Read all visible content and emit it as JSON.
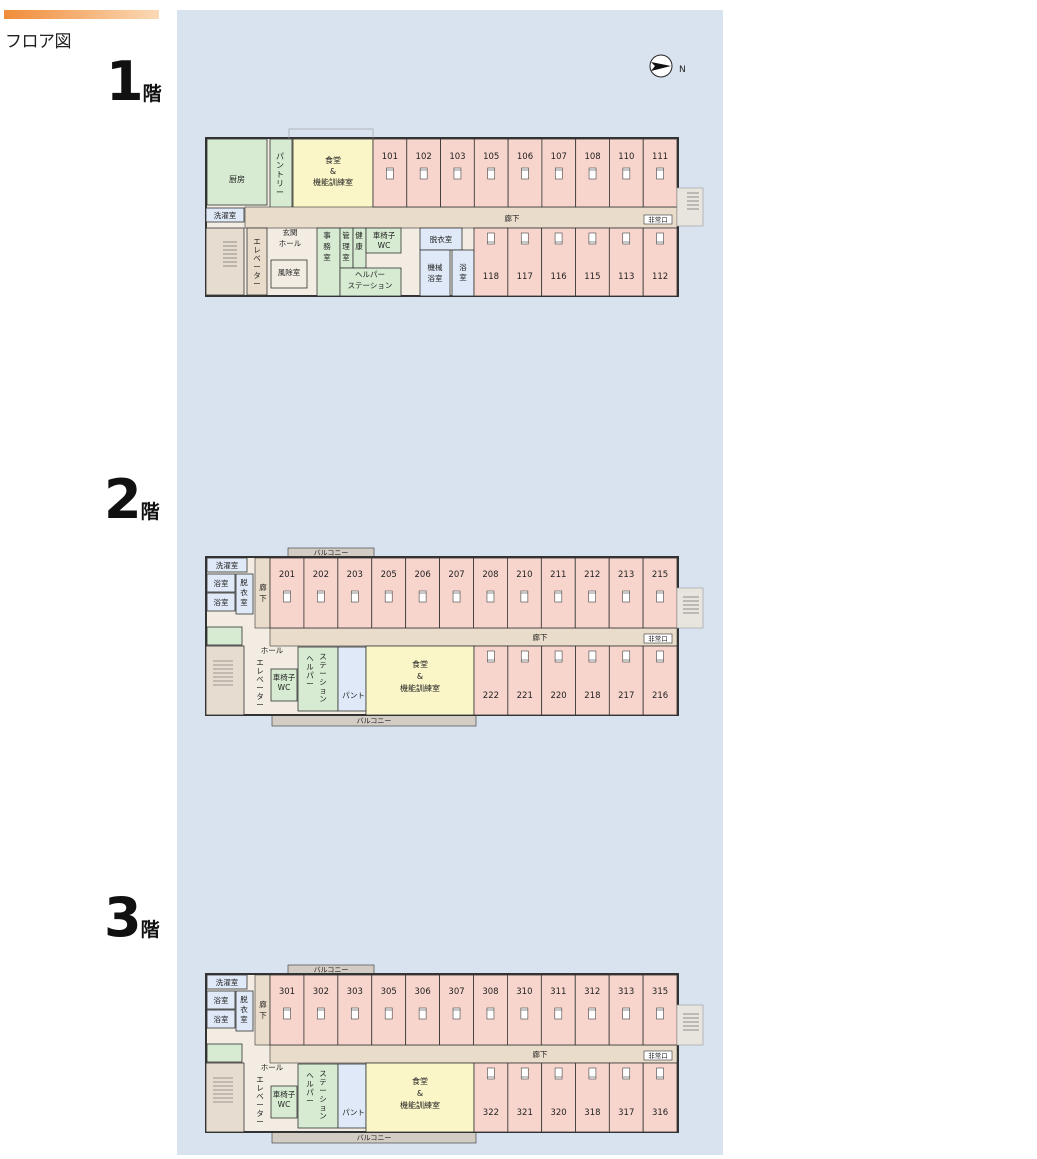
{
  "page": {
    "title": "フロア図"
  },
  "compass": {
    "label": "N"
  },
  "colors": {
    "background": "#d9e2ef",
    "accent_bar": "#f08c3a",
    "guest_room": "#f7d5cc",
    "service_room": "#d6ebd1",
    "dining": "#fbf6c8",
    "corridor": "#eadcca",
    "bath": "#dfe9f7",
    "wall": "#333333",
    "balcony": "#d3ccc4"
  },
  "floors": [
    {
      "number": "1",
      "suffix": "階",
      "corridor": "廊下",
      "emergency_exit": "非常口",
      "rooms_top": [
        "101",
        "102",
        "103",
        "105",
        "106",
        "107",
        "108",
        "110",
        "111"
      ],
      "rooms_bottom": [
        "118",
        "117",
        "116",
        "115",
        "113",
        "112"
      ],
      "areas": {
        "kitchen": "厨房",
        "pantry": "パントリー",
        "dining": [
          "食堂",
          "&",
          "機能訓練室"
        ],
        "laundry": "洗濯室",
        "entrance_hall": [
          "玄関",
          "ホール"
        ],
        "elevator": "エレベーター",
        "wind_room": "風除室",
        "office": [
          "事",
          "務",
          "室"
        ],
        "manager_room": [
          "管",
          "理",
          "室"
        ],
        "health_room": [
          "健",
          "康"
        ],
        "wheelchair_wc": [
          "車椅子",
          "WC"
        ],
        "helper_station": [
          "ヘルパー",
          "ステーション"
        ],
        "dressing_room": "脱衣室",
        "machine_bath": [
          "機械",
          "浴室"
        ],
        "bath": [
          "浴",
          "室"
        ]
      }
    },
    {
      "number": "2",
      "suffix": "階",
      "corridor": "廊下",
      "side_corridor": [
        "廊",
        "下"
      ],
      "emergency_exit": "非常口",
      "balcony_top": "バルコニー",
      "balcony_bottom": "バルコニー",
      "rooms_top": [
        "201",
        "202",
        "203",
        "205",
        "206",
        "207",
        "208",
        "210",
        "211",
        "212",
        "213",
        "215"
      ],
      "rooms_bottom": [
        "222",
        "221",
        "220",
        "218",
        "217",
        "216"
      ],
      "areas": {
        "laundry": "洗濯室",
        "bath_1": "浴室",
        "bath_2": "浴室",
        "dressing_room": [
          "脱",
          "衣",
          "室"
        ],
        "hall": "ホール",
        "elevator": "エレベーター",
        "wheelchair_wc": [
          "車椅子",
          "WC"
        ],
        "helper_station": [
          "ヘルパー",
          "ステーション"
        ],
        "pantry": "パントリー",
        "dining": [
          "食堂",
          "&",
          "機能訓練室"
        ]
      }
    },
    {
      "number": "3",
      "suffix": "階",
      "corridor": "廊下",
      "side_corridor": [
        "廊",
        "下"
      ],
      "emergency_exit": "非常口",
      "balcony_top": "バルコニー",
      "balcony_bottom": "バルコニー",
      "rooms_top": [
        "301",
        "302",
        "303",
        "305",
        "306",
        "307",
        "308",
        "310",
        "311",
        "312",
        "313",
        "315"
      ],
      "rooms_bottom": [
        "322",
        "321",
        "320",
        "318",
        "317",
        "316"
      ],
      "areas": {
        "laundry": "洗濯室",
        "bath_1": "浴室",
        "bath_2": "浴室",
        "dressing_room": [
          "脱",
          "衣",
          "室"
        ],
        "hall": "ホール",
        "elevator": "エレベーター",
        "wheelchair_wc": [
          "車椅子",
          "WC"
        ],
        "helper_station": [
          "ヘルパー",
          "ステーション"
        ],
        "pantry": "パントリー",
        "dining": [
          "食堂",
          "&",
          "機能訓練室"
        ]
      }
    }
  ]
}
